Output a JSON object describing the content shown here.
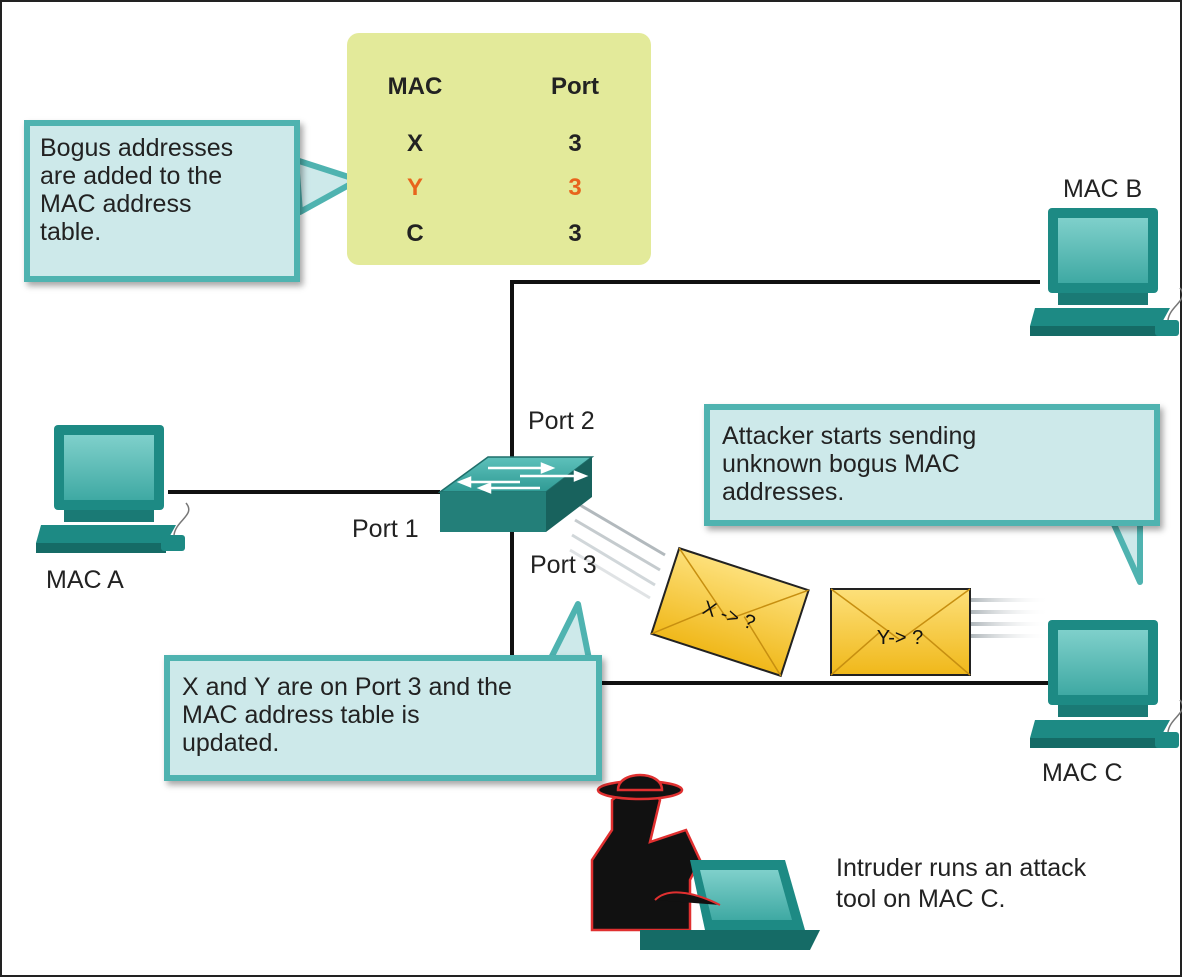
{
  "mac_table": {
    "headers": [
      "MAC",
      "Port"
    ],
    "rows": [
      {
        "mac": "X",
        "port": "3",
        "highlight": false
      },
      {
        "mac": "Y",
        "port": "3",
        "highlight": true
      },
      {
        "mac": "C",
        "port": "3",
        "highlight": false
      }
    ],
    "highlight_color": "#e8641c"
  },
  "callouts": {
    "bogus_added": [
      "Bogus addresses",
      "are added to the",
      "MAC address",
      "table."
    ],
    "attacker_sending": [
      "Attacker starts sending",
      "unknown bogus MAC",
      "addresses."
    ],
    "port3_updated": [
      "X and Y are on Port 3 and the",
      "MAC address table is",
      "updated."
    ]
  },
  "labels": {
    "mac_a": "MAC A",
    "mac_b": "MAC B",
    "mac_c": "MAC C",
    "port1": "Port 1",
    "port2": "Port 2",
    "port3": "Port 3"
  },
  "frames": {
    "frame1": "X -> ?",
    "frame2": "Y-> ?"
  },
  "intruder_note": [
    "Intruder runs an attack",
    "tool on MAC C."
  ],
  "colors": {
    "accent": "#4fb3b0",
    "callout_fill": "#cde9ea",
    "table_fill": "#e3ea9a",
    "device_teal": "#1d8a84",
    "envelope": "#f5cf2a"
  }
}
